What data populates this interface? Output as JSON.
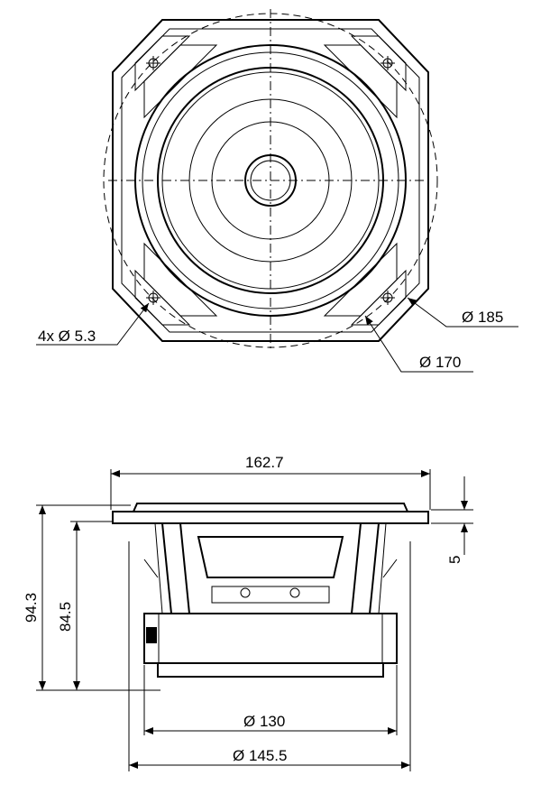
{
  "top_view": {
    "hole_label": "4x Ø 5.3",
    "outer_diameter_label": "Ø 185",
    "bolt_circle_label": "Ø 170"
  },
  "side_view": {
    "width_label": "162.7",
    "total_height_label": "94.3",
    "mount_depth_label": "84.5",
    "flange_thickness_label": "5",
    "magnet_diameter_label": "Ø 130",
    "basket_diameter_label": "Ø 145.5"
  }
}
